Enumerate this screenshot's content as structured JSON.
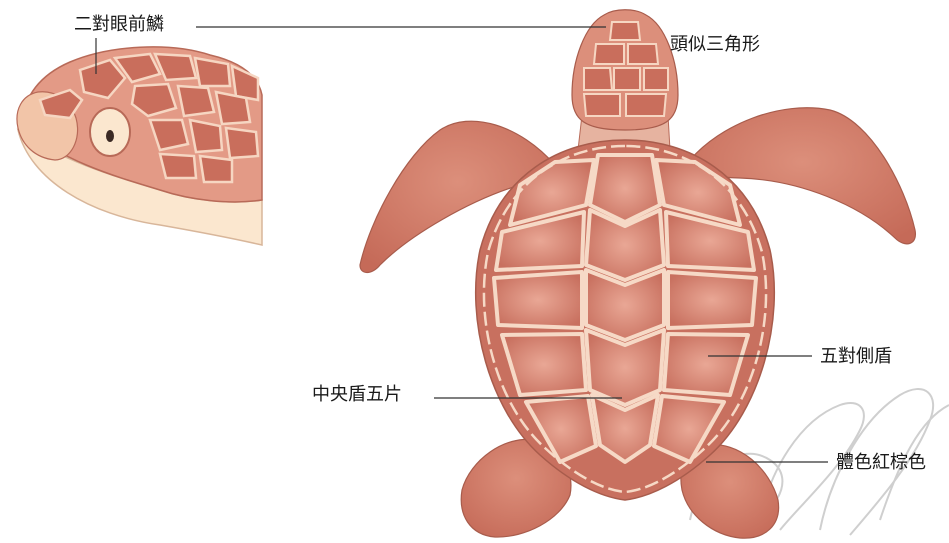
{
  "labels": {
    "prefrontal": "二對眼前鱗",
    "head_shape": "頭似三角形",
    "costal": "五對側盾",
    "vertebral": "中央盾五片",
    "body_color": "體色紅棕色"
  },
  "colors": {
    "shell_fill": "#d88a78",
    "shell_dark": "#c46a5c",
    "seam": "#f4d9c6",
    "head_fill": "#e39a86",
    "skin_light": "#fbe7cf",
    "leader_line": "#333333",
    "watermark": "#c8c8c8"
  },
  "illustration": {
    "subject": "sea-turtle-top-view",
    "inset": "turtle-head-side-view",
    "watermark_icon": "watermark-logo-icon"
  }
}
